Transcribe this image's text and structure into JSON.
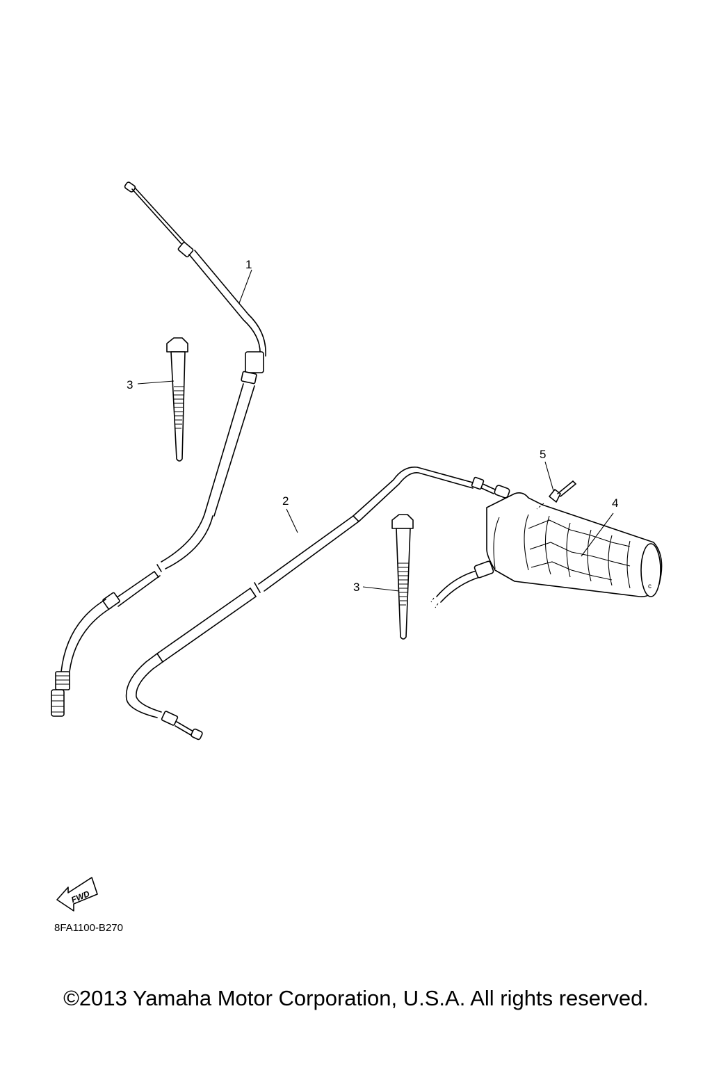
{
  "callouts": {
    "c1": "1",
    "c2": "2",
    "c3a": "3",
    "c3b": "3",
    "c4": "4",
    "c5": "5"
  },
  "fwd_arrow": {
    "text": "FWD"
  },
  "diagram_code": "8FA1100-B270",
  "copyright": "©2013 Yamaha Motor Corporation, U.S.A. All rights reserved."
}
